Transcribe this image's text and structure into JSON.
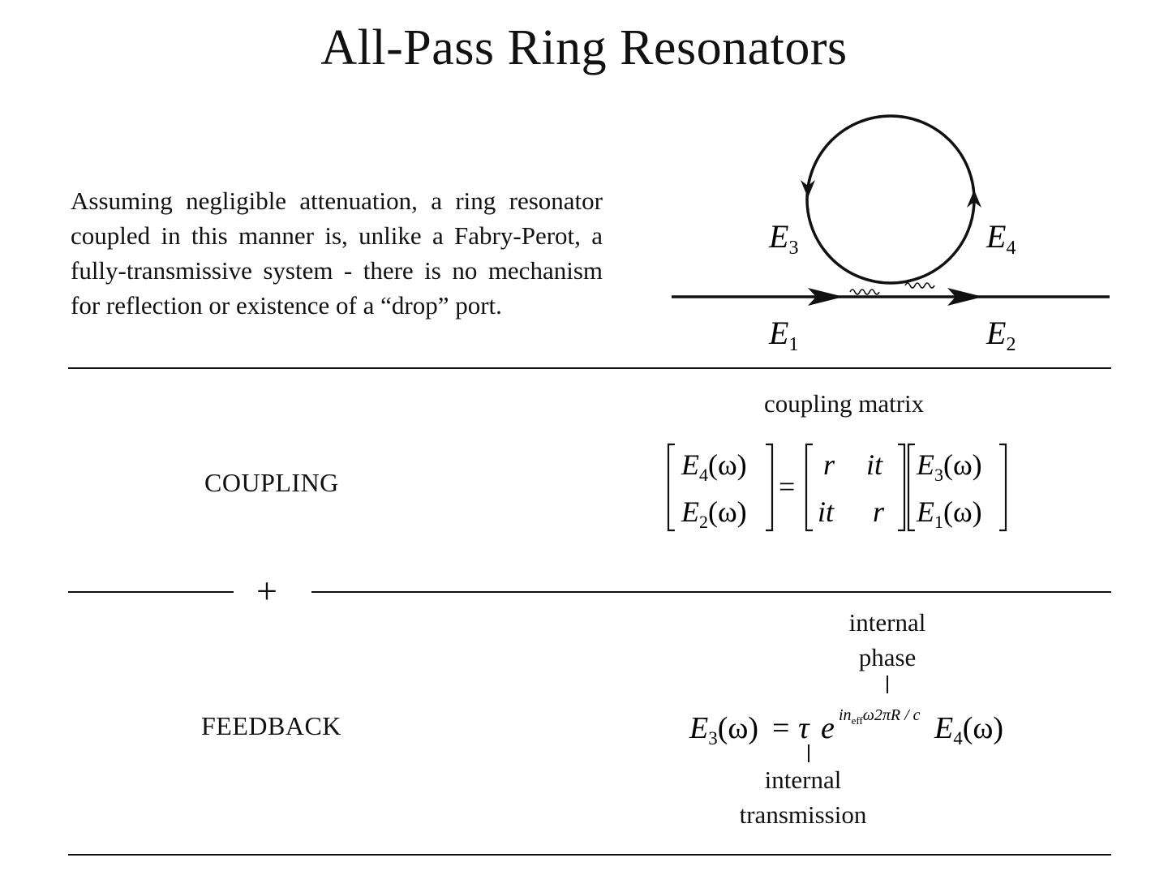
{
  "title": "All-Pass Ring Resonators",
  "description": "Assuming negligible attenuation, a ring resonator coupled in this manner is, unlike a Fabry-Perot, a fully-transmissive system - there is no mechanism for reflection or existence of a “drop” port.",
  "diagram": {
    "fields": {
      "E1": {
        "base": "E",
        "sub": "1"
      },
      "E2": {
        "base": "E",
        "sub": "2"
      },
      "E3": {
        "base": "E",
        "sub": "3"
      },
      "E4": {
        "base": "E",
        "sub": "4"
      }
    }
  },
  "coupling": {
    "label": "COUPLING",
    "caption": "coupling matrix",
    "lhs": [
      [
        "E",
        "4",
        "(ω)"
      ],
      [
        "E",
        "2",
        "(ω)"
      ]
    ],
    "matrix": [
      [
        "r",
        "it"
      ],
      [
        "it",
        "r"
      ]
    ],
    "rhs": [
      [
        "E",
        "3",
        "(ω)"
      ],
      [
        "E",
        "1",
        "(ω)"
      ]
    ],
    "equals": "="
  },
  "plus_symbol": "+",
  "feedback": {
    "label": "FEEDBACK",
    "phase_label_line1": "internal",
    "phase_label_line2": "phase",
    "transmission_label_line1": "internal",
    "transmission_label_line2": "transmission",
    "equation": {
      "lhs_base": "E",
      "lhs_sub": "3",
      "lhs_arg": "(ω)",
      "equals": "=",
      "tau": "τ",
      "exp_base": "e",
      "exponent_in": "in",
      "exponent_sub": "eff",
      "exponent_rest": "ω2πR / c",
      "rhs_base": "E",
      "rhs_sub": "4",
      "rhs_arg": "(ω)"
    }
  }
}
